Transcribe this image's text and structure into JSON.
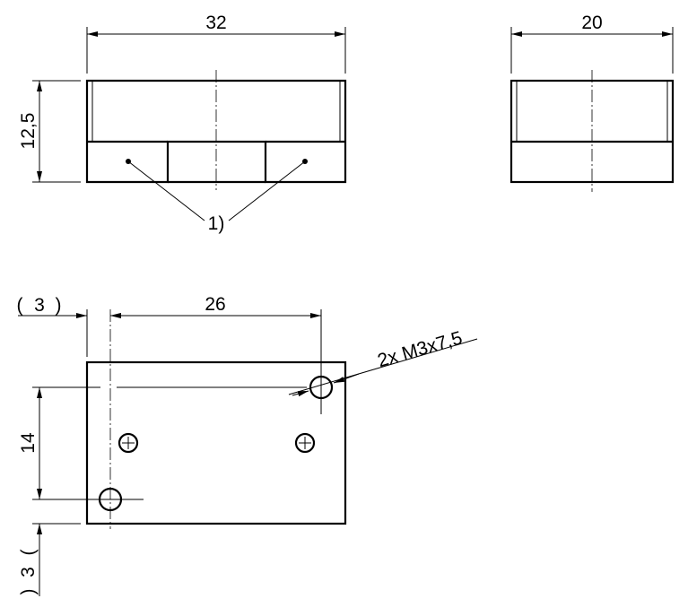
{
  "drawing": {
    "front_view": {
      "width_dim": "32",
      "height_dim": "12,5",
      "note_label": "1)"
    },
    "side_view": {
      "width_dim": "20"
    },
    "top_view": {
      "offset_x_dim": "3",
      "offset_y_dim": "3",
      "hole_spacing_dim": "26",
      "vertical_spacing_dim": "14",
      "thread_callout": "2x M3x7,5"
    },
    "colors": {
      "line": "#000000",
      "background": "#ffffff"
    }
  }
}
